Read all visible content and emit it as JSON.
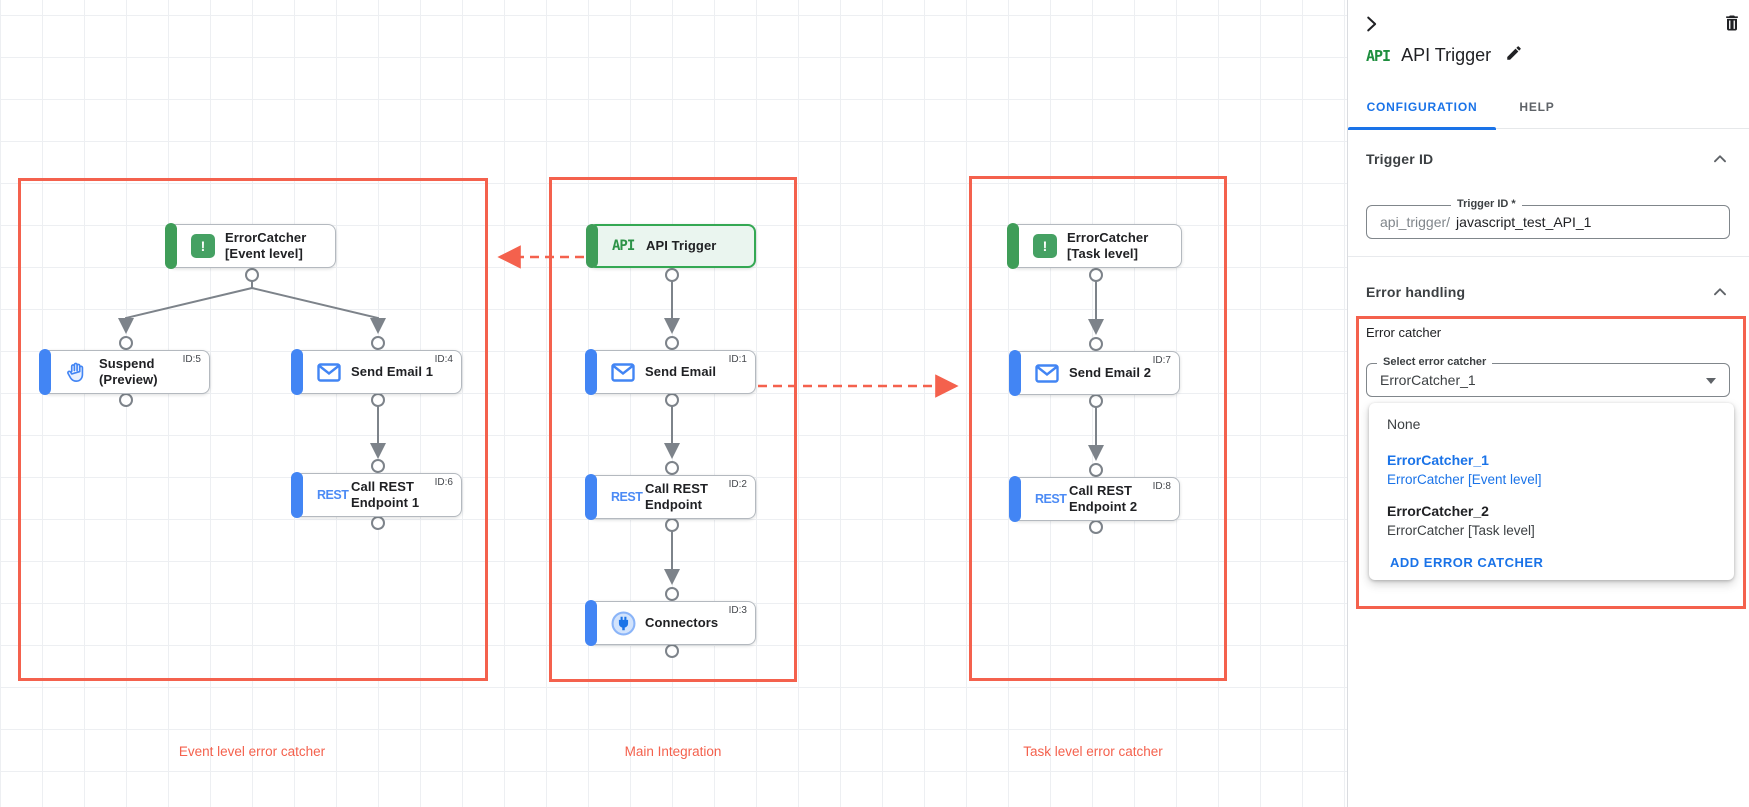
{
  "colors": {
    "annotation_red": "#f4614d",
    "dot_red": "#d93025",
    "accent_blue": "#4285f4",
    "accent_green": "#3f9d58",
    "link_blue": "#1a73e8"
  },
  "icons": {
    "api": "API",
    "rest": "REST",
    "error": "!"
  },
  "canvas": {
    "groups": [
      {
        "label": "Event level error catcher"
      },
      {
        "label": "Main Integration"
      },
      {
        "label": "Task level error catcher"
      }
    ],
    "nodes": [
      {
        "label": "ErrorCatcher [Event level]",
        "badge": ""
      },
      {
        "label": "Suspend (Preview)",
        "badge": "ID:5"
      },
      {
        "label": "Send Email 1",
        "badge": "ID:4"
      },
      {
        "label": "Call REST Endpoint 1",
        "badge": "ID:6"
      },
      {
        "label": "API Trigger",
        "badge": ""
      },
      {
        "label": "Send Email",
        "badge": "ID:1"
      },
      {
        "label": "Call REST Endpoint",
        "badge": "ID:2"
      },
      {
        "label": "Connectors",
        "badge": "ID:3"
      },
      {
        "label": "ErrorCatcher [Task level]",
        "badge": ""
      },
      {
        "label": "Send Email 2",
        "badge": "ID:7"
      },
      {
        "label": "Call REST Endpoint 2",
        "badge": "ID:8"
      }
    ]
  },
  "panel": {
    "logo": "API",
    "title": "API Trigger",
    "tabs": [
      "CONFIGURATION",
      "HELP"
    ],
    "trigger_id": {
      "heading": "Trigger ID",
      "field_label": "Trigger ID *",
      "prefix": "api_trigger/",
      "value": "javascript_test_API_1"
    },
    "error_handling": {
      "heading": "Error handling",
      "group_label": "Error catcher",
      "select_label": "Select error catcher",
      "selected": "ErrorCatcher_1",
      "options": [
        {
          "name": "None",
          "desc": ""
        },
        {
          "name": "ErrorCatcher_1",
          "desc": "ErrorCatcher [Event level]"
        },
        {
          "name": "ErrorCatcher_2",
          "desc": "ErrorCatcher [Task level]"
        }
      ],
      "add_button": "ADD ERROR CATCHER"
    }
  }
}
